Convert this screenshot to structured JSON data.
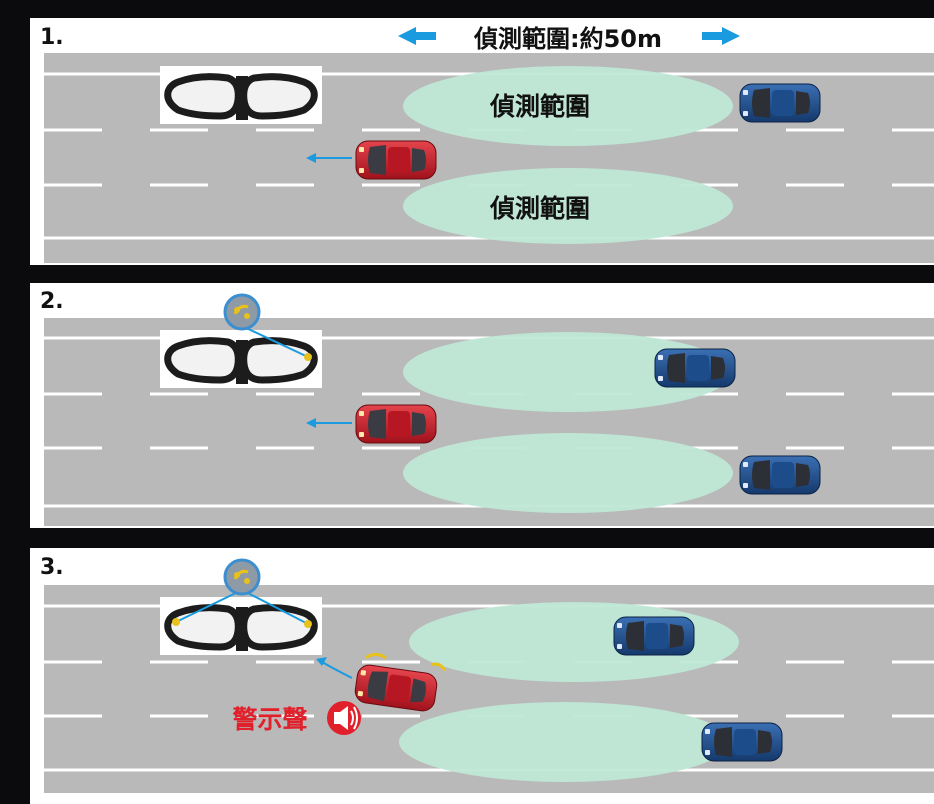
{
  "header": {
    "detection_range": "偵測範圍:約50m"
  },
  "zone_label": "偵測範圍",
  "warning_label": "警示聲",
  "steps": [
    {
      "label": "1."
    },
    {
      "label": "2."
    },
    {
      "label": "3."
    }
  ],
  "colors": {
    "road": "#b9b9b9",
    "zone": "#bfe7d6",
    "red_car": "#c81e2a",
    "blue_car": "#1f4f8f",
    "arrow_blue": "#1a9be0",
    "warning_red": "#e0202a",
    "indicator_yellow": "#e8c21a"
  },
  "icons": {
    "arrow_left": "arrow-left-icon",
    "arrow_right": "arrow-right-icon",
    "mirror": "side-mirror-icon",
    "blind_spot_indicator": "blind-spot-indicator-icon",
    "speaker": "speaker-icon"
  }
}
